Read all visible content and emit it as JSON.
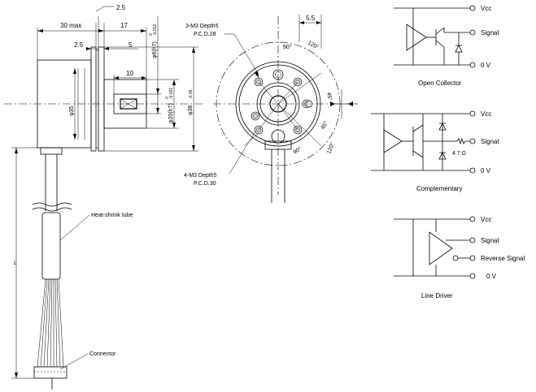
{
  "side_view": {
    "dim_30max": "30 max",
    "dim_2_5_top": "2.5",
    "dim_17": "17",
    "dim_2_5": "2.5",
    "dim_5": "5",
    "dim_10": "10",
    "dim_phi35": "φ35",
    "dim_phi6": "φ6(h7)",
    "tol_phi6_upper": "0",
    "tol_phi6_lower": "-0.012",
    "dim_phi20": "φ20(h7)",
    "tol_phi20_upper": "0",
    "tol_phi20_lower": "-0.021",
    "dim_phi38": "φ38",
    "tol_phi38": "-0.05",
    "label_heat_shrink": "Heat-shrink tube",
    "label_connector": "Connector",
    "dim_L": "L"
  },
  "front_view": {
    "label_3m3_line1": "3-M3 Depth5",
    "label_3m3_line2": "P.C.D.28",
    "label_4m3_line1": "4-M3 Depth5",
    "label_4m3_line2": "P.C.D.30",
    "dim_5_5": "5.5",
    "angle_120_top": "120°",
    "angle_90_top": "90°",
    "angle_45_right": "45°",
    "angle_45_lower": "45°",
    "angle_120_right": "120°",
    "angle_90_bottom": "90°"
  },
  "circuits": {
    "open_collector": {
      "title": "Open Collector",
      "vcc": "Vcc",
      "signal": "Signal",
      "zero_v": "0 V"
    },
    "complementary": {
      "title": "Complementary",
      "vcc": "Vcc",
      "signal": "Signal",
      "zero_v": "0 V",
      "resistor": "4 7 Ω"
    },
    "line_driver": {
      "title": "Line Driver",
      "vcc": "Vcc",
      "signal": "Signal",
      "reverse_signal": "Reverse Signal",
      "zero_v": "0 V"
    }
  }
}
